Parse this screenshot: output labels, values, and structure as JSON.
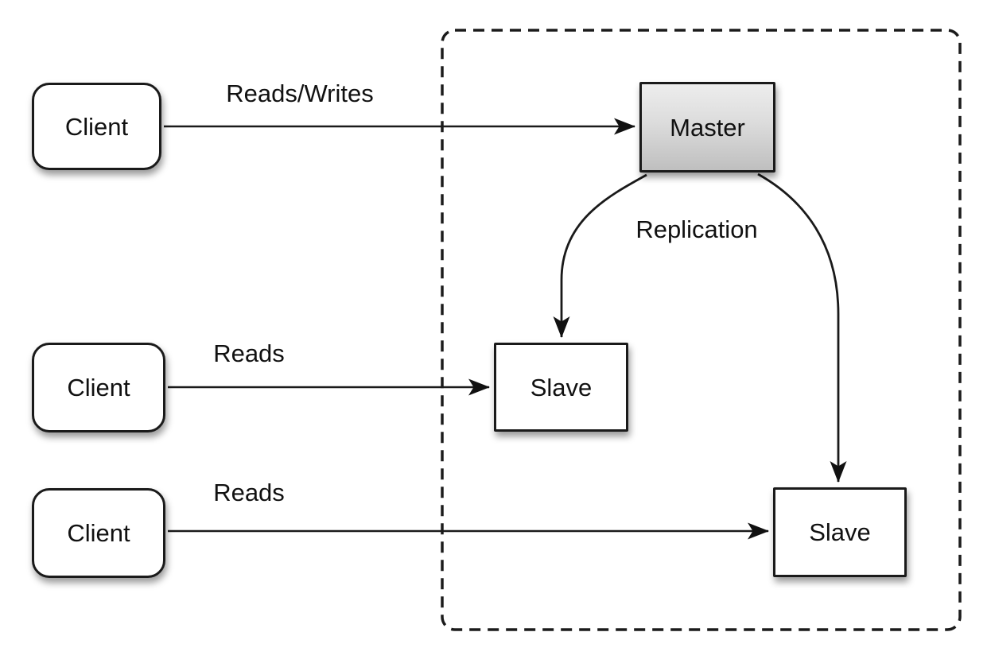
{
  "nodes": {
    "client_top": {
      "label": "Client"
    },
    "client_middle": {
      "label": "Client"
    },
    "client_bottom": {
      "label": "Client"
    },
    "master": {
      "label": "Master"
    },
    "slave_left": {
      "label": "Slave"
    },
    "slave_right": {
      "label": "Slave"
    }
  },
  "edge_labels": {
    "client_top_to_master": "Reads/Writes",
    "client_middle_to_slave_left": "Reads",
    "client_bottom_to_slave_right": "Reads",
    "master_to_slaves": "Replication"
  },
  "colors": {
    "background": "#ffffff",
    "line": "#1a1a1a",
    "node_border": "#1a1a1a",
    "node_fill": "#ffffff",
    "master_gradient_top": "#ededed",
    "master_gradient_bottom": "#bfbfbf",
    "text": "#111111"
  }
}
